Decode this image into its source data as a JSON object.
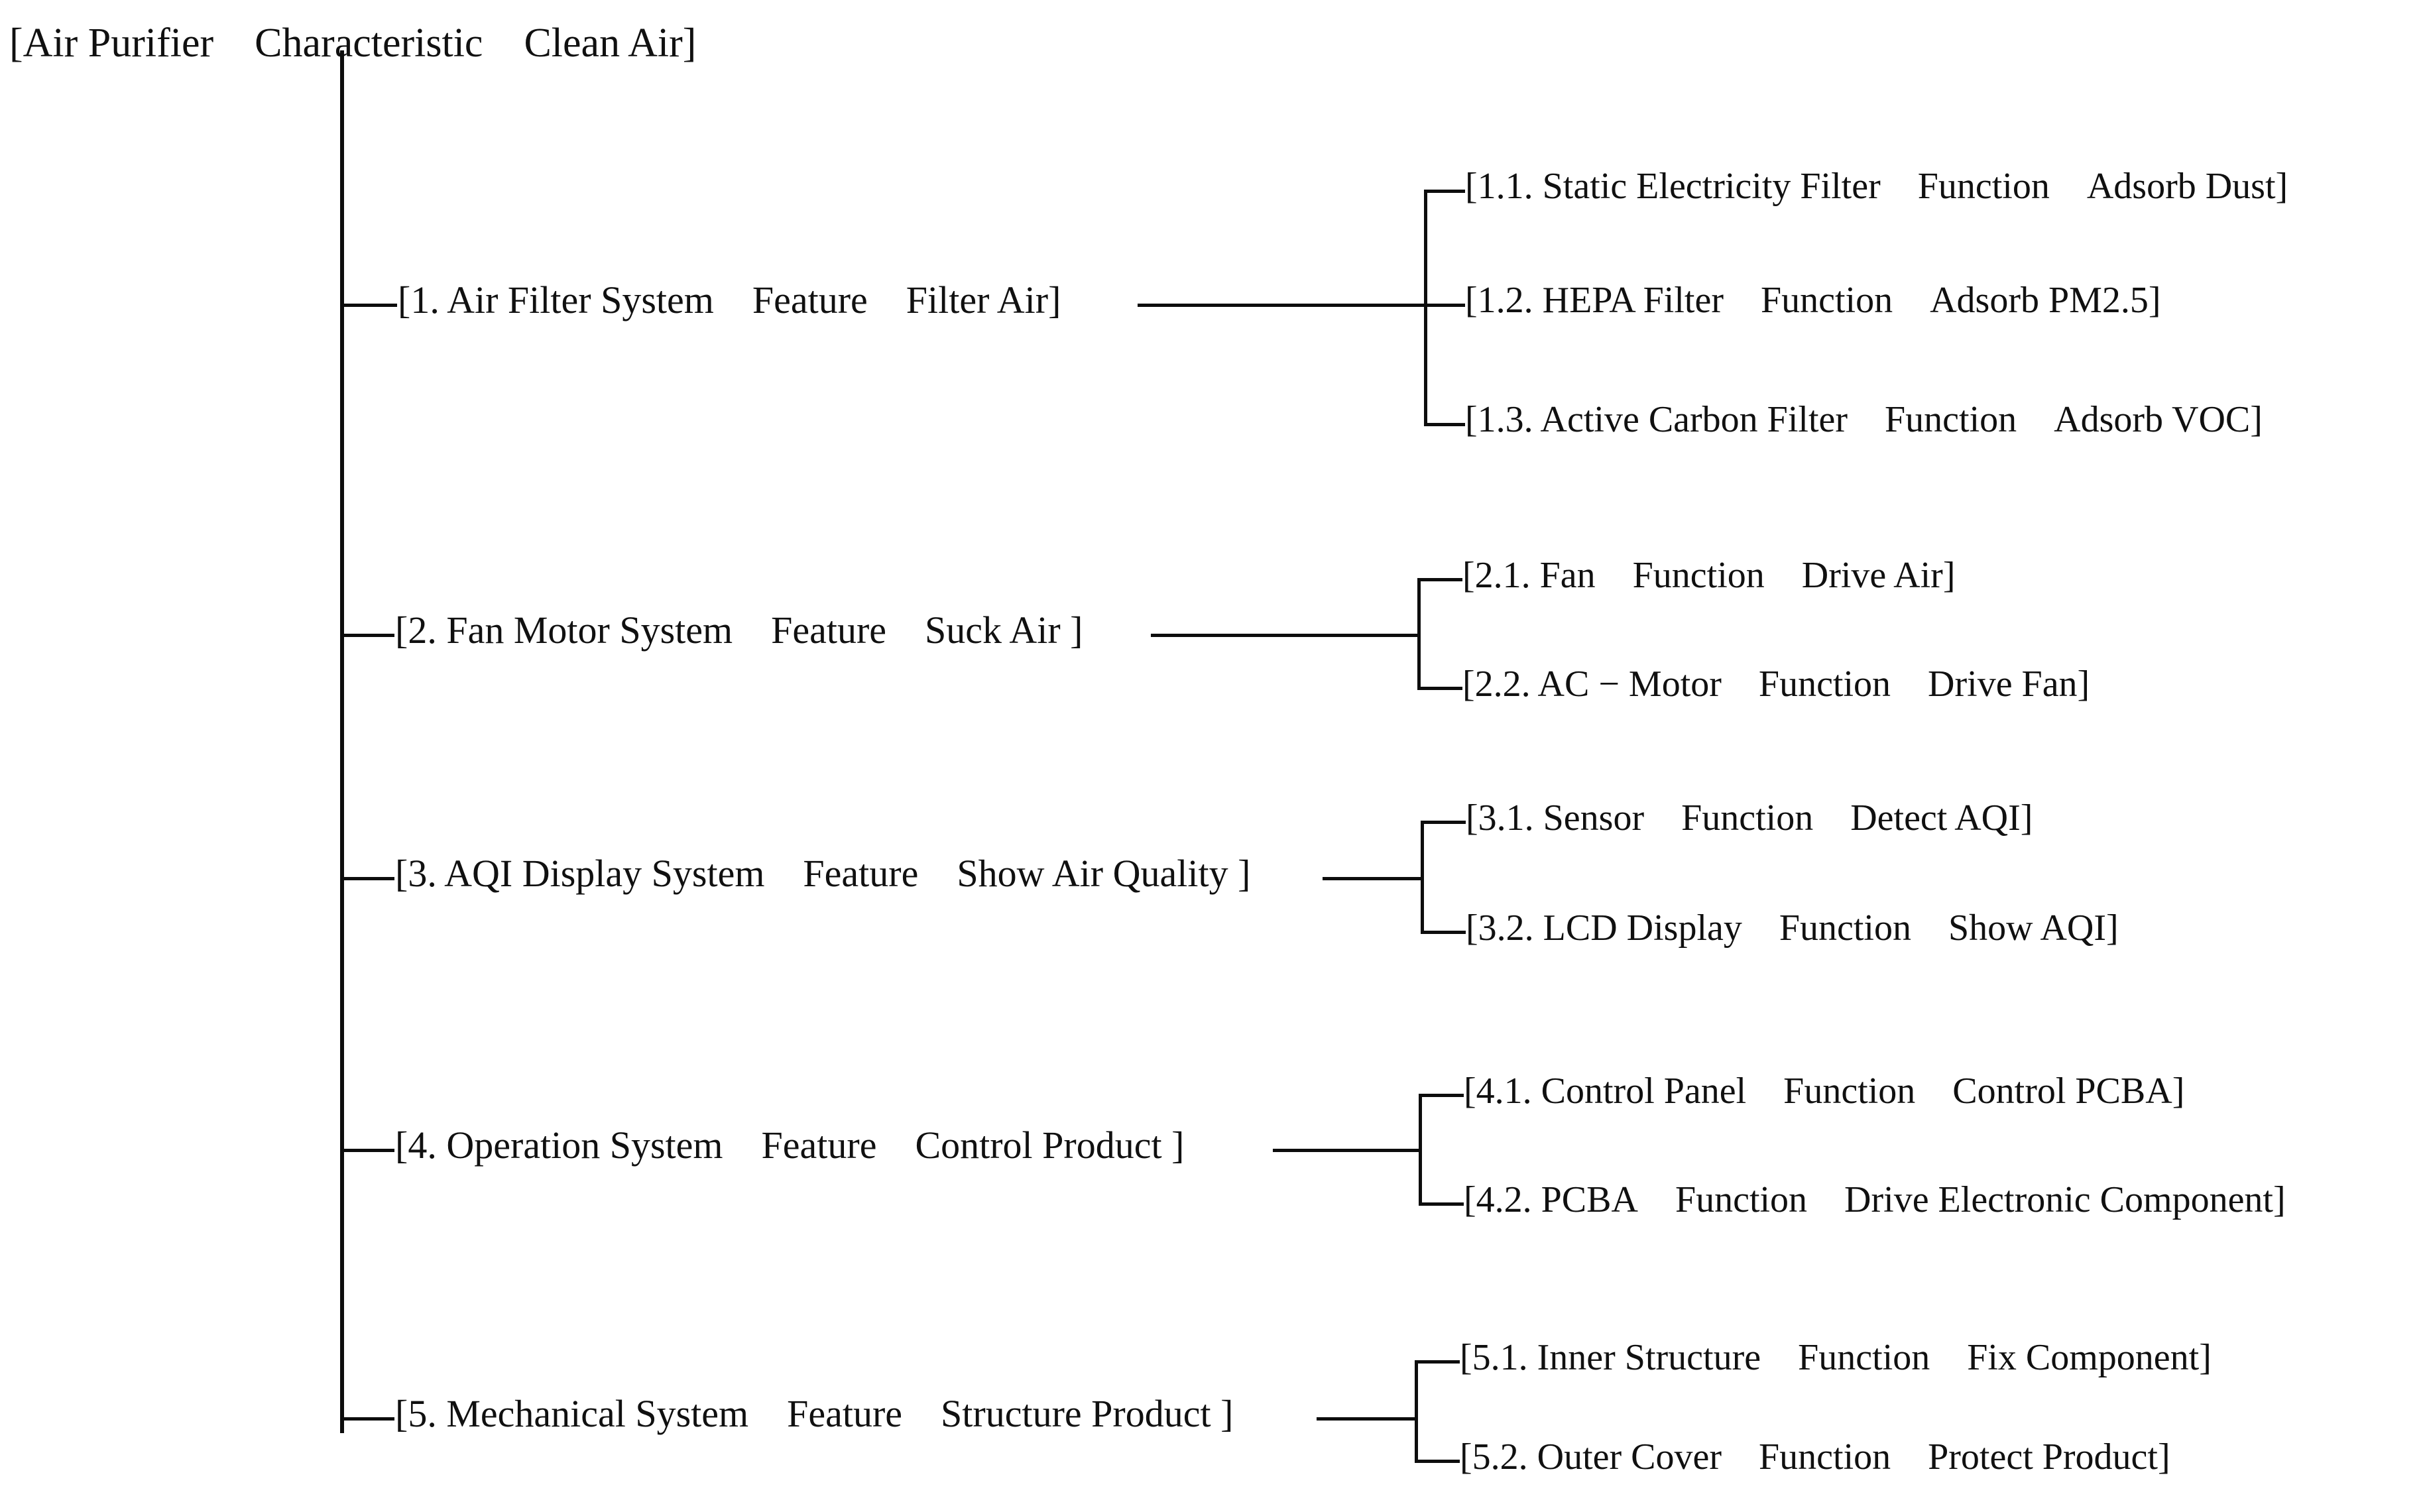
{
  "diagram": {
    "type": "hierarchical-tree",
    "title_node": "[Air Purifier Characteristic Clean Air]",
    "root": {
      "label": "[Air Purifier Characteristic Clean Air]",
      "entity": "Air Purifier",
      "relation": "Characteristic",
      "value": "Clean Air"
    },
    "level1": [
      {
        "index": "1.",
        "label": "[1. Air Filter System Feature Filter Air]",
        "text_before_num": "[",
        "entity": "Air Filter System",
        "relation": "Feature",
        "value": "Filter Air",
        "children": [
          {
            "index": "1.1.",
            "label": "[1.1. Static Electricity Filter Function Adsorb Dust]",
            "entity": "Static Electricity Filter",
            "relation": "Function",
            "value": "Adsorb Dust"
          },
          {
            "index": "1.2.",
            "label": "[1.2. HEPA Filter Function Adsorb PM2.5]",
            "entity": "HEPA Filter",
            "relation": "Function",
            "value": "Adsorb PM2.5"
          },
          {
            "index": "1.3.",
            "label": "[1.3. Active Carbon Filter Function Adsorb VOC]",
            "entity": "Active Carbon Filter",
            "relation": "Function",
            "value": "Adsorb VOC"
          }
        ]
      },
      {
        "index": "2.",
        "label": "[2. Fan Motor System Feature Suck Air ]",
        "entity": "Fan Motor System",
        "relation": "Feature",
        "value": "Suck Air",
        "children": [
          {
            "index": "2.1.",
            "label": "[2.1. Fan Function Drive Air]",
            "entity": "Fan",
            "relation": "Function",
            "value": "Drive Air"
          },
          {
            "index": "2.2.",
            "label": "[2.2. AC − Motor Function Drive Fan]",
            "entity": "AC − Motor",
            "relation": "Function",
            "value": "Drive Fan"
          }
        ]
      },
      {
        "index": "3.",
        "label": "[3. AQI Display System Feature Show Air Quality ]",
        "entity": "AQI Display System",
        "relation": "Feature",
        "value": "Show Air Quality",
        "children": [
          {
            "index": "3.1.",
            "label": "[3.1. Sensor Function Detect AQI]",
            "entity": "Sensor",
            "relation": "Function",
            "value": "Detect AQI"
          },
          {
            "index": "3.2.",
            "label": "[3.2. LCD Display Function Show AQI]",
            "entity": "LCD Display",
            "relation": "Function",
            "value": "Show AQI"
          }
        ]
      },
      {
        "index": "4.",
        "label": "[4. Operation System Feature Control Product ]",
        "entity": "Operation System",
        "relation": "Feature",
        "value": "Control Product",
        "children": [
          {
            "index": "4.1.",
            "label": "[4.1. Control Panel Function Control PCBA]",
            "entity": "Control Panel",
            "relation": "Function",
            "value": "Control PCBA"
          },
          {
            "index": "4.2.",
            "label": "[4.2. PCBA Function Drive Electronic Component]",
            "entity": "PCBA",
            "relation": "Function",
            "value": "Drive Electronic Component"
          }
        ]
      },
      {
        "index": "5.",
        "label": "[5. Mechanical System Feature Structure Product ]",
        "entity": "Mechanical System",
        "relation": "Feature",
        "value": "Structure Product",
        "children": [
          {
            "index": "5.1.",
            "label": "[5.1. Inner Structure Function Fix Component]",
            "entity": "Inner Structure",
            "relation": "Function",
            "value": "Fix Component"
          },
          {
            "index": "5.2.",
            "label": "[5.2. Outer Cover Function Protect Product]",
            "entity": "Outer Cover",
            "relation": "Function",
            "value": "Protect Product"
          }
        ]
      }
    ],
    "colors": {
      "background": "#ffffff",
      "text": "#101010",
      "line": "#0d0d0d"
    }
  }
}
